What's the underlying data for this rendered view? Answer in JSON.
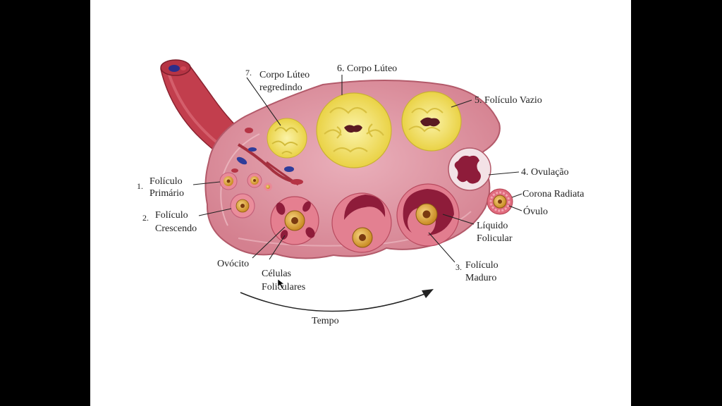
{
  "labels": {
    "l7_num": "7.",
    "l7_line1": "Corpo Lúteo",
    "l7_line2": "regredindo",
    "l6": "6. Corpo Lúteo",
    "l5": "5. Folículo Vazio",
    "l4": "4. Ovulação",
    "corona": "Corona Radiata",
    "ovulo": "Óvulo",
    "l1_num": "1.",
    "l1_line1": "Folículo",
    "l1_line2": "Primário",
    "l2_num": "2.",
    "l2_line1": "Folículo",
    "l2_line2": "Crescendo",
    "ovocito": "Ovócito",
    "celulas_line1": "Células",
    "celulas_line2": "Foliculares",
    "liquido_line1": "Líquido",
    "liquido_line2": "Folicular",
    "l3_num": "3.",
    "l3_line1": "Folículo",
    "l3_line2": "Maduro",
    "tempo": "Tempo"
  },
  "colors": {
    "ovary": "#d98a9a",
    "stroma": "#e7a7b3",
    "vessel": "#c0404e",
    "luteum": "#f4e36a",
    "follicle": "#e6aa44",
    "fluid": "#8e1c3a"
  }
}
